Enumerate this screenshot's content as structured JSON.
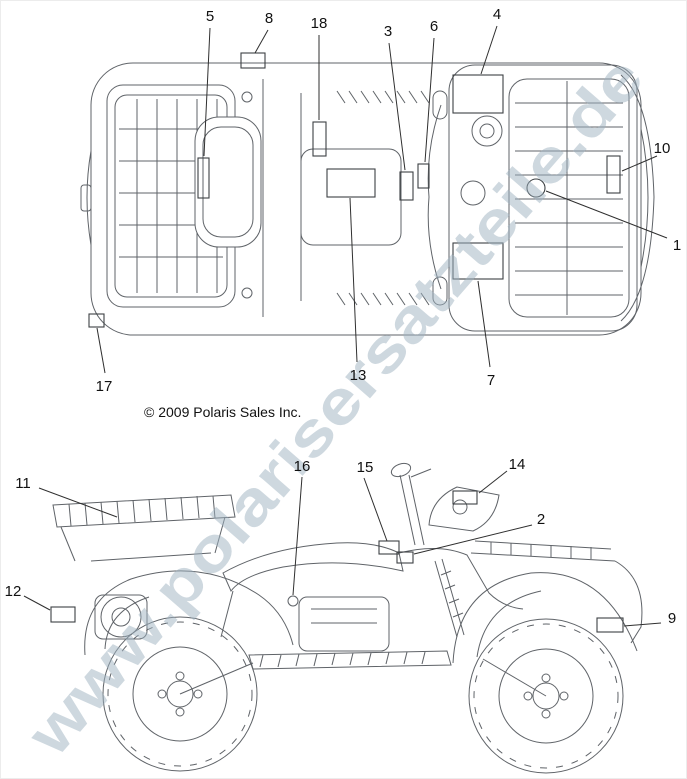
{
  "page": {
    "copyright": "© 2009 Polaris Sales Inc.",
    "watermark": "www.polarisersatzteile.de",
    "watermark_color": "#9db2c0",
    "line_color": "#5f6368"
  },
  "callouts": [
    {
      "label": "5"
    },
    {
      "label": "8"
    },
    {
      "label": "18"
    },
    {
      "label": "3"
    },
    {
      "label": "6"
    },
    {
      "label": "4"
    },
    {
      "label": "10"
    },
    {
      "label": "1"
    },
    {
      "label": "17"
    },
    {
      "label": "13"
    },
    {
      "label": "7"
    },
    {
      "label": "11"
    },
    {
      "label": "16"
    },
    {
      "label": "15"
    },
    {
      "label": "14"
    },
    {
      "label": "2"
    },
    {
      "label": "12"
    },
    {
      "label": "9"
    }
  ]
}
